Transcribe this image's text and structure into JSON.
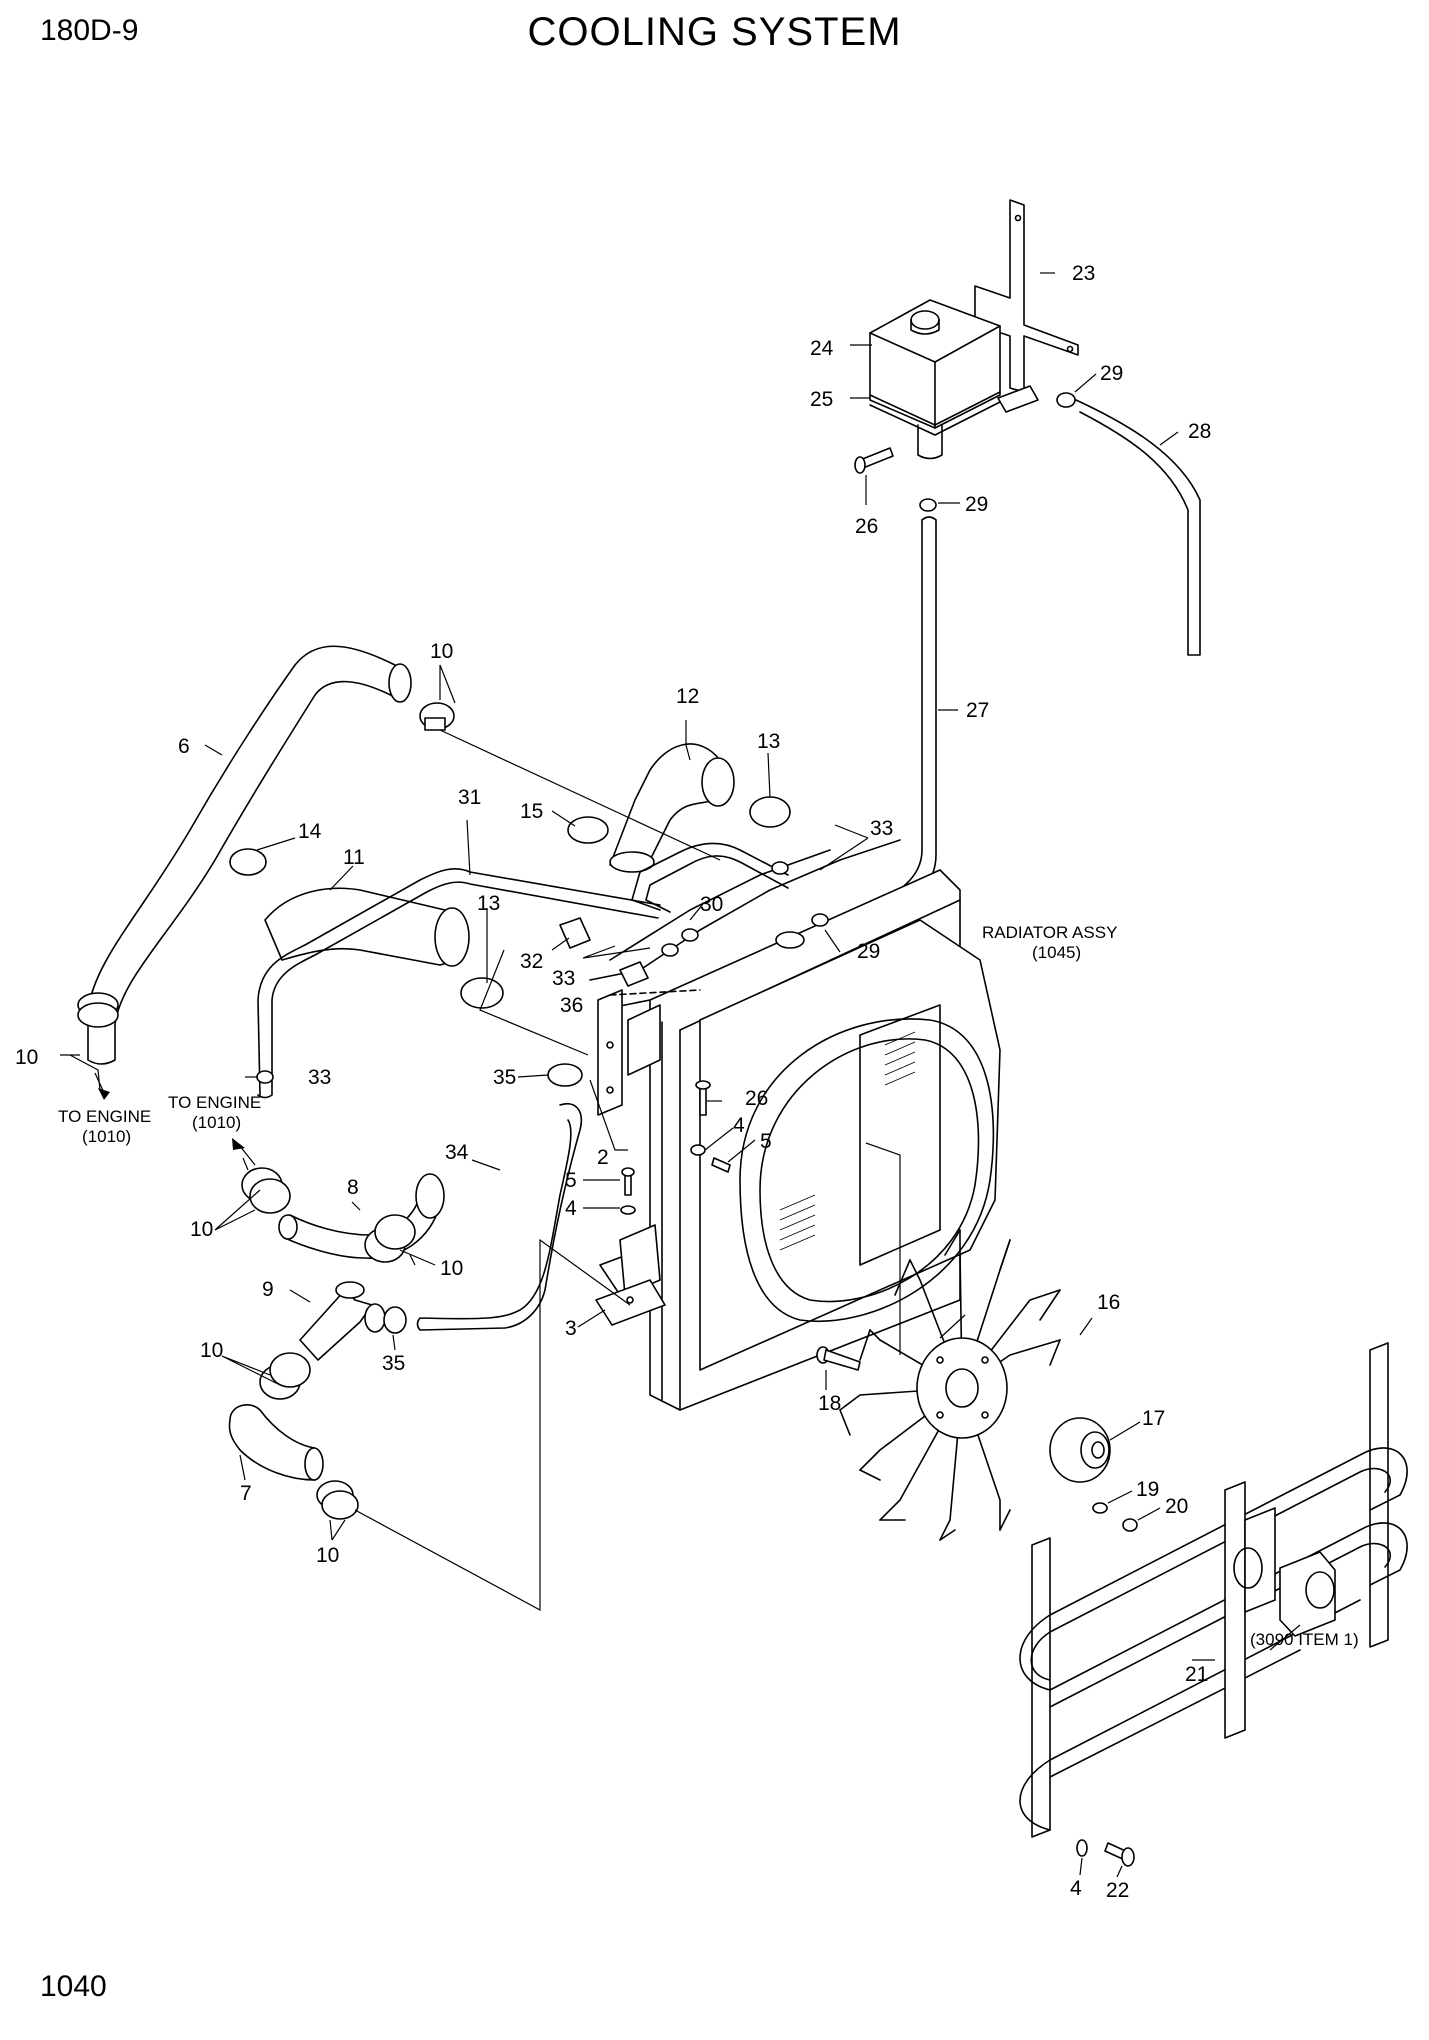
{
  "header": {
    "model": "180D-9",
    "title": "COOLING SYSTEM"
  },
  "footer": {
    "page_number": "1040"
  },
  "callouts": {
    "c2": "2",
    "c3": "3",
    "c4a": "4",
    "c4b": "4",
    "c4c": "4",
    "c5a": "5",
    "c5b": "5",
    "c6": "6",
    "c7": "7",
    "c8": "8",
    "c9": "9",
    "c10a": "10",
    "c10b": "10",
    "c10c": "10",
    "c10d": "10",
    "c10e": "10",
    "c10f": "10",
    "c11": "11",
    "c12": "12",
    "c13a": "13",
    "c13b": "13",
    "c14": "14",
    "c15": "15",
    "c16": "16",
    "c17": "17",
    "c18": "18",
    "c19": "19",
    "c20": "20",
    "c21": "21",
    "c22": "22",
    "c23": "23",
    "c24": "24",
    "c25": "25",
    "c26a": "26",
    "c26b": "26",
    "c27": "27",
    "c28": "28",
    "c29a": "29",
    "c29b": "29",
    "c29c": "29",
    "c30": "30",
    "c31": "31",
    "c32": "32",
    "c33a": "33",
    "c33b": "33",
    "c33c": "33",
    "c34": "34",
    "c35a": "35",
    "c35b": "35",
    "c36": "36"
  },
  "references": {
    "radiator_assy_line1": "RADIATOR ASSY",
    "radiator_assy_line2": "(1045)",
    "to_engine_a_line1": "TO ENGINE",
    "to_engine_a_line2": "(1010)",
    "to_engine_b_line1": "TO ENGINE",
    "to_engine_b_line2": "(1010)",
    "item_3090": "(3090 ITEM 1)"
  }
}
